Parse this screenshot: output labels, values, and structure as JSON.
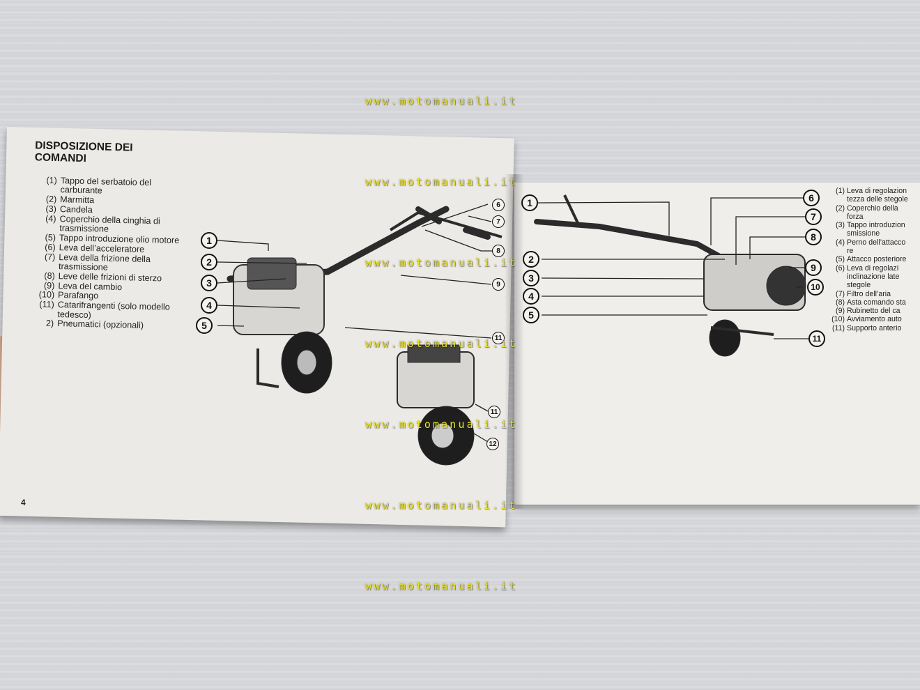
{
  "left_page": {
    "title_line1": "DISPOSIZIONE DEI",
    "title_line2": "COMANDI",
    "items": [
      {
        "n": "(1)",
        "text": "Tappo del serbatoio del carburante"
      },
      {
        "n": "(2)",
        "text": "Marmitta"
      },
      {
        "n": "(3)",
        "text": "Candela"
      },
      {
        "n": "(4)",
        "text": "Coperchio della cinghia di trasmissione"
      },
      {
        "n": "(5)",
        "text": "Tappo introduzione olio motore"
      },
      {
        "n": "(6)",
        "text": "Leva dell’acceleratore"
      },
      {
        "n": "(7)",
        "text": "Leva della frizione della trasmissione"
      },
      {
        "n": "(8)",
        "text": "Leve delle frizioni di sterzo"
      },
      {
        "n": "(9)",
        "text": "Leva del cambio"
      },
      {
        "n": "(10)",
        "text": "Parafango"
      },
      {
        "n": "(11)",
        "text": "Catarifrangenti (solo modello tedesco)"
      },
      {
        "n": "2)",
        "text": "Pneumatici (opzionali)"
      }
    ],
    "page_number": "4",
    "callouts": [
      "1",
      "2",
      "3",
      "4",
      "5"
    ],
    "small_callouts": [
      "6",
      "7",
      "8",
      "9",
      "11",
      "11",
      "12"
    ]
  },
  "right_page": {
    "items": [
      {
        "n": "(1)",
        "text": "Leva di regolazion"
      },
      {
        "n": "",
        "text": "tezza delle stegole"
      },
      {
        "n": "(2)",
        "text": "Coperchio della"
      },
      {
        "n": "",
        "text": "forza"
      },
      {
        "n": "(3)",
        "text": "Tappo introduzion"
      },
      {
        "n": "",
        "text": "smissione"
      },
      {
        "n": "(4)",
        "text": "Perno dell’attacco"
      },
      {
        "n": "",
        "text": "re"
      },
      {
        "n": "(5)",
        "text": "Attacco posteriore"
      },
      {
        "n": "(6)",
        "text": "Leva di regolazi"
      },
      {
        "n": "",
        "text": "inclinazione late"
      },
      {
        "n": "",
        "text": "stegole"
      },
      {
        "n": "(7)",
        "text": "Filtro dell’aria"
      },
      {
        "n": "(8)",
        "text": "Asta comando sta"
      },
      {
        "n": "(9)",
        "text": "Rubinetto del ca"
      },
      {
        "n": "(10)",
        "text": "Avviamento auto"
      },
      {
        "n": "(11)",
        "text": "Supporto anterio"
      }
    ],
    "callouts": [
      "1",
      "2",
      "3",
      "4",
      "5",
      "6",
      "7",
      "8",
      "9",
      "10",
      "11"
    ]
  },
  "watermark": "www.motomanuali.it"
}
